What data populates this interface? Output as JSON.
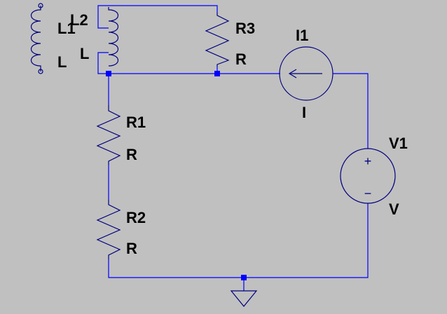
{
  "schematic": {
    "components": [
      {
        "ref": "L1",
        "value": "L",
        "kind": "inductor"
      },
      {
        "ref": "L2",
        "value": "L",
        "kind": "inductor"
      },
      {
        "ref": "R1",
        "value": "R",
        "kind": "resistor"
      },
      {
        "ref": "R2",
        "value": "R",
        "kind": "resistor"
      },
      {
        "ref": "R3",
        "value": "R",
        "kind": "resistor"
      },
      {
        "ref": "I1",
        "value": "I",
        "kind": "current-source"
      },
      {
        "ref": "V1",
        "value": "V",
        "kind": "voltage-source"
      }
    ],
    "symbols": {
      "plus": "+",
      "minus": "−"
    },
    "colors": {
      "background": "#c0c0c0",
      "wire": "#0000ff",
      "component": "#000080",
      "text": "#000000"
    }
  }
}
